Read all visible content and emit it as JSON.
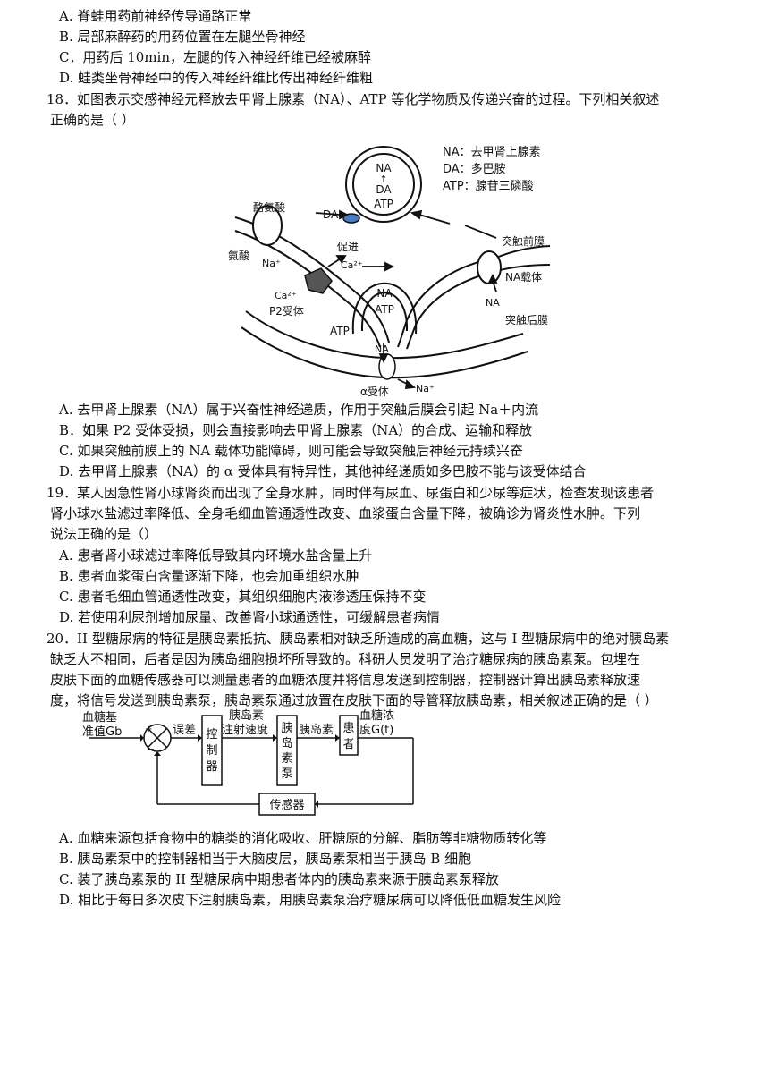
{
  "q17": {
    "options": [
      "A. 脊蛙用药前神经传导通路正常",
      "B. 局部麻醉药的用药位置在左腿坐骨神经",
      "C．用药后 10min，左腿的传入神经纤维已经被麻醉",
      "D. 蛙类坐骨神经中的传入神经纤维比传出神经纤维粗"
    ]
  },
  "q18": {
    "stem": [
      "18．如图表示交感神经元释放去甲肾上腺素（NA）、ATP 等化学物质及传递兴奋的过程。下列相关叙述",
      "正确的是（ ）"
    ],
    "figure": {
      "legend": [
        "NA：去甲肾上腺素",
        "DA：多巴胺",
        "ATP：腺苷三磷酸"
      ],
      "vesicle_top": [
        "NA",
        "DA",
        "ATP"
      ],
      "vesicle_mid": [
        "NA",
        "ATP"
      ],
      "labels": {
        "tyr1": "酪氨酸",
        "tyr2": "酪氨酸",
        "da": "DA",
        "na_ion": "Na⁺",
        "promote": "促进",
        "ca_ion1": "Ca²⁺",
        "ca_ion2": "Ca²⁺",
        "p2": "P2受体",
        "atp_out": "ATP",
        "na_out1": "NA",
        "na_out2": "NA",
        "na_carrier": "NA载体",
        "pre_membrane": "突触前膜",
        "post_membrane": "突触后膜",
        "alpha": "α受体",
        "na_ion2": "Na⁺"
      }
    },
    "options": [
      "A. 去甲肾上腺素（NA）属于兴奋性神经递质，作用于突触后膜会引起 Na＋内流",
      "B．如果 P2 受体受损，则会直接影响去甲肾上腺素（NA）的合成、运输和释放",
      "C. 如果突触前膜上的 NA 载体功能障碍，则可能会导致突触后神经元持续兴奋",
      "D. 去甲肾上腺素（NA）的 α 受体具有特异性，其他神经递质如多巴胺不能与该受体结合"
    ]
  },
  "q19": {
    "stem": [
      "19．某人因急性肾小球肾炎而出现了全身水肿，同时伴有尿血、尿蛋白和少尿等症状，检查发现该患者",
      "肾小球水盐滤过率降低、全身毛细血管通透性改变、血浆蛋白含量下降，被确诊为肾炎性水肿。下列",
      "说法正确的是（）"
    ],
    "options": [
      "A. 患者肾小球滤过率降低导致其内环境水盐含量上升",
      "B. 患者血浆蛋白含量逐渐下降，也会加重组织水肿",
      "C. 患者毛细血管通透性改变，其组织细胞内液渗透压保持不变",
      "D. 若使用利尿剂增加尿量、改善肾小球通透性，可缓解患者病情"
    ]
  },
  "q20": {
    "stem": [
      "20．II 型糖尿病的特征是胰岛素抵抗、胰岛素相对缺乏所造成的高血糖，这与 I 型糖尿病中的绝对胰岛素",
      "缺乏大不相同，后者是因为胰岛细胞损坏所导致的。科研人员发明了治疗糖尿病的胰岛素泵。包埋在",
      "皮肤下面的血糖传感器可以测量患者的血糖浓度并将信息发送到控制器，控制器计算出胰岛素释放速",
      "度，将信号发送到胰岛素泵，胰岛素泵通过放置在皮肤下面的导管释放胰岛素，相关叙述正确的是（ ）"
    ],
    "diagram": {
      "input_l1": "血糖基",
      "input_l2": "准值Gb",
      "plus": "+",
      "minus": "−",
      "error": "误差",
      "controller": [
        "控",
        "制",
        "器"
      ],
      "rate_l1": "胰岛素",
      "rate_l2": "注射速度",
      "pump": [
        "胰",
        "岛",
        "素",
        "泵"
      ],
      "insulin": "胰岛素",
      "patient": [
        "患",
        "者"
      ],
      "out_l1": "血糖浓",
      "out_l2": "度G(t)",
      "sensor": "传感器"
    },
    "options": [
      "A. 血糖来源包括食物中的糖类的消化吸收、肝糖原的分解、脂肪等非糖物质转化等",
      "B. 胰岛素泵中的控制器相当于大脑皮层，胰岛素泵相当于胰岛 B 细胞",
      "C. 装了胰岛素泵的 II 型糖尿病中期患者体内的胰岛素来源于胰岛素泵释放",
      "D. 相比于每日多次皮下注射胰岛素，用胰岛素泵治疗糖尿病可以降低低血糖发生风险"
    ]
  }
}
